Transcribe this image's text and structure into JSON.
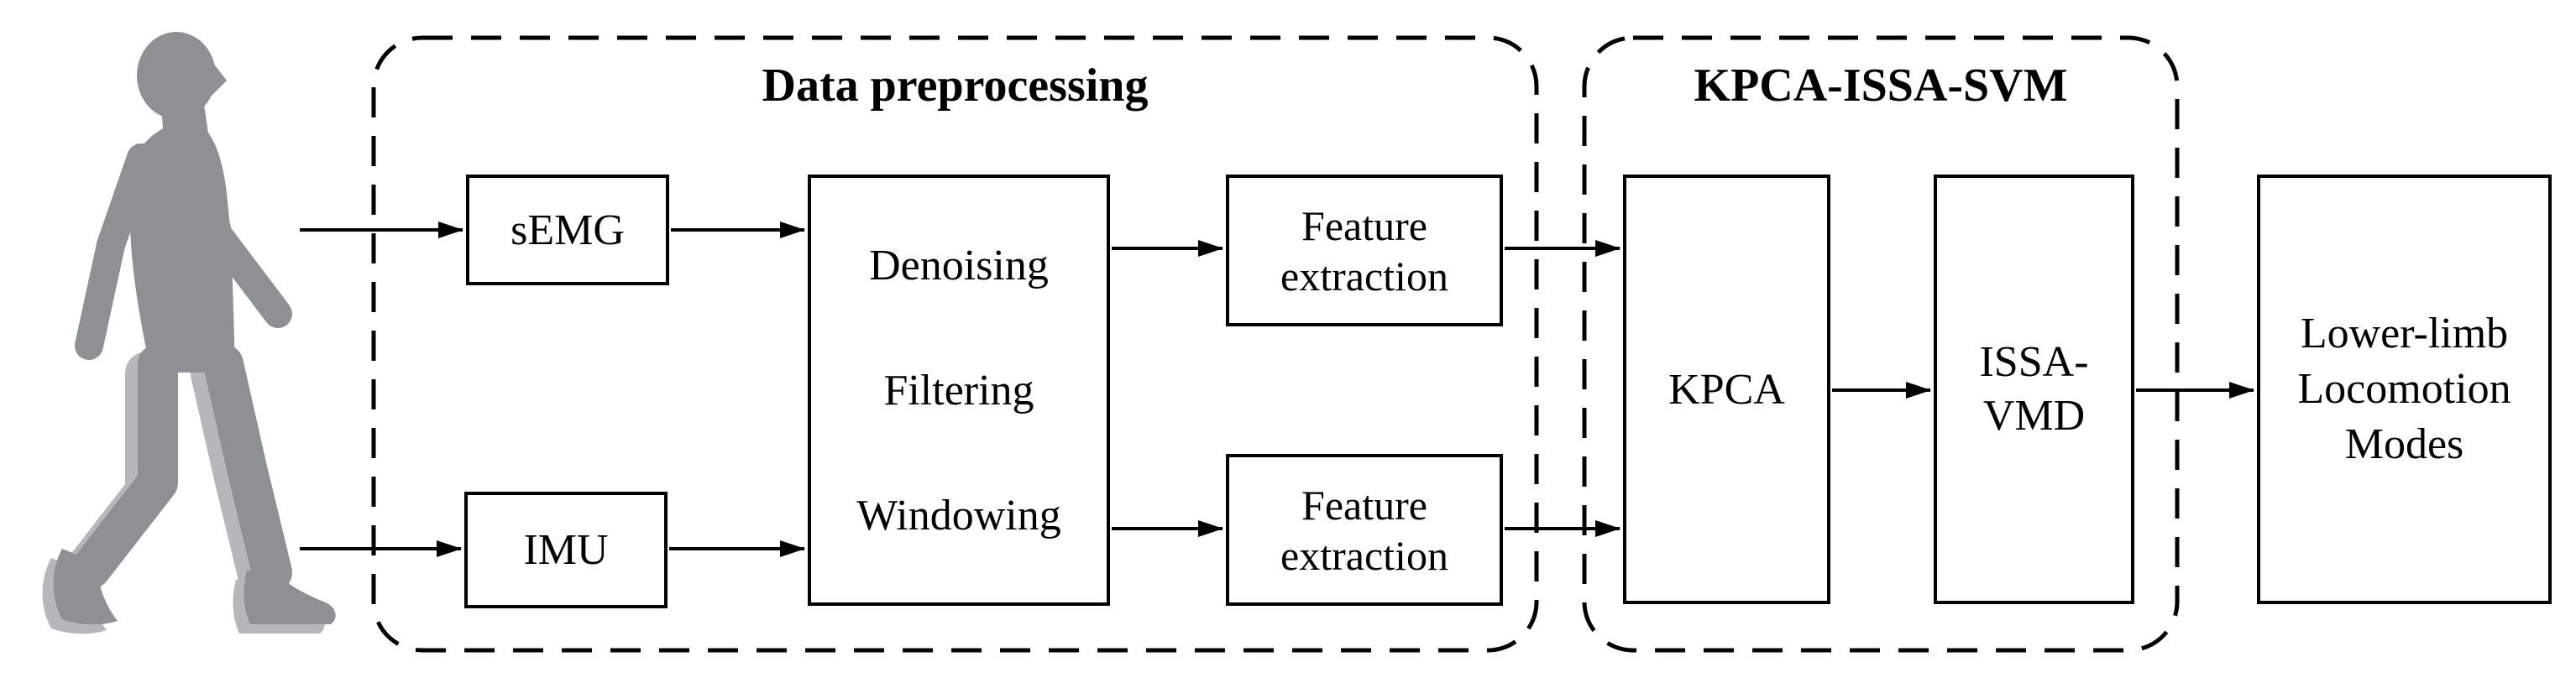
{
  "diagram": {
    "titles": {
      "preprocessing": "Data preprocessing",
      "classifier": "KPCA-ISSA-SVM"
    },
    "nodes": {
      "semg": {
        "label": "sEMG"
      },
      "imu": {
        "label": "IMU"
      },
      "preprocess_steps": {
        "line1": "Denoising",
        "line2": "Filtering",
        "line3": "Windowing"
      },
      "feature_extraction_top": {
        "line1": "Feature",
        "line2": "extraction"
      },
      "feature_extraction_bottom": {
        "line1": "Feature",
        "line2": "extraction"
      },
      "kpca": {
        "label": "KPCA"
      },
      "issa_vmd": {
        "line1": "ISSA-",
        "line2": "VMD"
      },
      "output": {
        "line1": "Lower-limb",
        "line2": "Locomotion",
        "line3": "Modes"
      }
    },
    "edges": [
      "person to sEMG",
      "person to IMU",
      "sEMG to preprocessing",
      "IMU to preprocessing",
      "preprocessing to feature extraction (top)",
      "preprocessing to feature extraction (bottom)",
      "feature extraction (top) to KPCA",
      "feature extraction (bottom) to KPCA",
      "KPCA to ISSA-VMD",
      "ISSA-VMD to Lower-limb Locomotion Modes"
    ],
    "illustration": "walking-person",
    "colors": {
      "line": "#000000",
      "background": "#ffffff",
      "person": "#8f9094",
      "person_ghost": "#b6b7bb"
    }
  }
}
